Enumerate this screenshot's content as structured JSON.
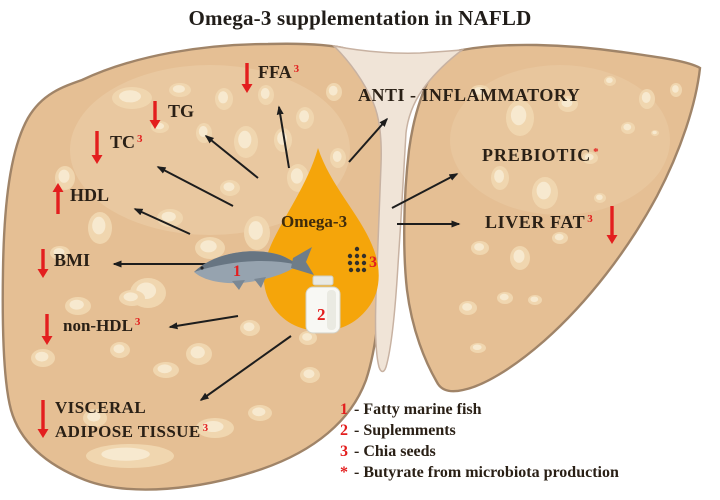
{
  "title": "Omega-3 supplementation in NAFLD",
  "droplet_label": "Omega-3",
  "effects": {
    "ffa": {
      "label": "FFA",
      "sup": "3"
    },
    "tg": {
      "label": "TG"
    },
    "tc": {
      "label": "TC",
      "sup": "3"
    },
    "hdl": {
      "label": "HDL"
    },
    "bmi": {
      "label": "BMI"
    },
    "non_hdl": {
      "label": "non-HDL",
      "sup": "3"
    },
    "visceral": {
      "line1": "VISCERAL",
      "line2": "ADIPOSE TISSUE",
      "sup": "3"
    },
    "anti_inflammatory": {
      "label": "ANTI - INFLAMMATORY"
    },
    "prebiotic": {
      "label": "PREBIOTIC",
      "sup": "*"
    },
    "liver_fat": {
      "label": "LIVER FAT",
      "sup": "3"
    }
  },
  "item_markers": {
    "fish": "1",
    "bottle": "2",
    "chia": "3"
  },
  "legend": {
    "separator": "-",
    "items": [
      {
        "marker": "1",
        "text": "Fatty marine fish"
      },
      {
        "marker": "2",
        "text": "Suplemments"
      },
      {
        "marker": "3",
        "text": "Chia seeds"
      },
      {
        "marker": "*",
        "text": "Butyrate from microbiota production"
      }
    ]
  },
  "colors": {
    "liver": "#e5bf94",
    "liver_outline": "#a08468",
    "spot": "#f0d6af",
    "spot_core": "#f7e9cf",
    "ligament": "#f0e4d7",
    "droplet": "#f5a50a",
    "red": "#e31e1e",
    "text": "#2a2016"
  }
}
